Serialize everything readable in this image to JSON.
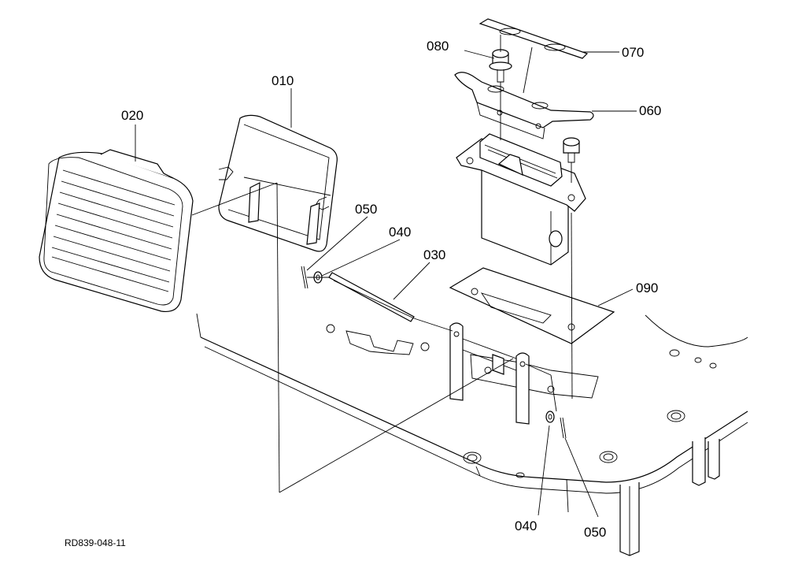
{
  "diagram": {
    "reference_code": "RD839-048-11",
    "callouts": [
      {
        "id": "c010",
        "label": "010"
      },
      {
        "id": "c020",
        "label": "020"
      },
      {
        "id": "c030",
        "label": "030"
      },
      {
        "id": "c040a",
        "label": "040"
      },
      {
        "id": "c050a",
        "label": "050"
      },
      {
        "id": "c060",
        "label": "060"
      },
      {
        "id": "c070",
        "label": "070"
      },
      {
        "id": "c080",
        "label": "080"
      },
      {
        "id": "c090",
        "label": "090"
      },
      {
        "id": "c040b",
        "label": "040"
      },
      {
        "id": "c050b",
        "label": "050"
      }
    ]
  }
}
